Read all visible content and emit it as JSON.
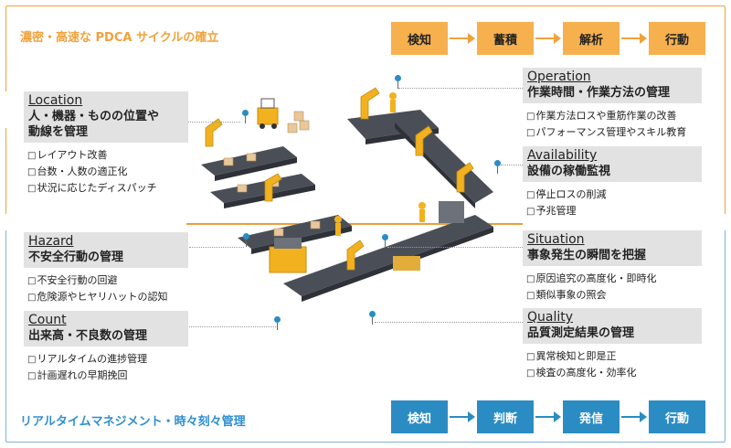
{
  "top_section": {
    "title": "濃密・高速な PDCA サイクルの確立",
    "flow": [
      "検知",
      "蓄積",
      "解析",
      "行動"
    ]
  },
  "bottom_section": {
    "title": "リアルタイムマネジメント・時々刻々管理",
    "flow": [
      "検知",
      "判断",
      "発信",
      "行動"
    ]
  },
  "cards": {
    "location": {
      "name": "Location",
      "desc_1": "人・機器・ものの位置や",
      "desc_2": "動線を管理",
      "items": [
        "レイアウト改善",
        "台数・人数の適正化",
        "状況に応じたディスパッチ"
      ]
    },
    "hazard": {
      "name": "Hazard",
      "desc_1": "不安全行動の管理",
      "items": [
        "不安全行動の回避",
        "危険源やヒヤリハットの認知"
      ]
    },
    "count": {
      "name": "Count",
      "desc_1": "出来高・不良数の管理",
      "items": [
        "リアルタイムの進捗管理",
        "計画遅れの早期挽回"
      ]
    },
    "operation": {
      "name": "Operation",
      "desc_1": "作業時間・作業方法の管理",
      "items": [
        "作業方法ロスや重筋作業の改善",
        "パフォーマンス管理やスキル教育"
      ]
    },
    "availability": {
      "name": "Availability",
      "desc_1": "設備の稼働監視",
      "items": [
        "停止ロスの削減",
        "予兆管理"
      ]
    },
    "situation": {
      "name": "Situation",
      "desc_1": "事象発生の瞬間を把握",
      "items": [
        "原因追究の高度化・即時化",
        "類似事象の照会"
      ]
    },
    "quality": {
      "name": "Quality",
      "desc_1": "品質測定結果の管理",
      "items": [
        "異常検知と即是正",
        "検査の高度化・効率化"
      ]
    }
  },
  "colors": {
    "top_accent": "#f0a23c",
    "bottom_accent": "#2b8cc4",
    "card_header": "#e2e2e2",
    "conveyor": "#4a4f57",
    "robot": "#f2b21f"
  },
  "illustration": {
    "subject": "factory-conveyor-line-with-robots-and-workers"
  }
}
